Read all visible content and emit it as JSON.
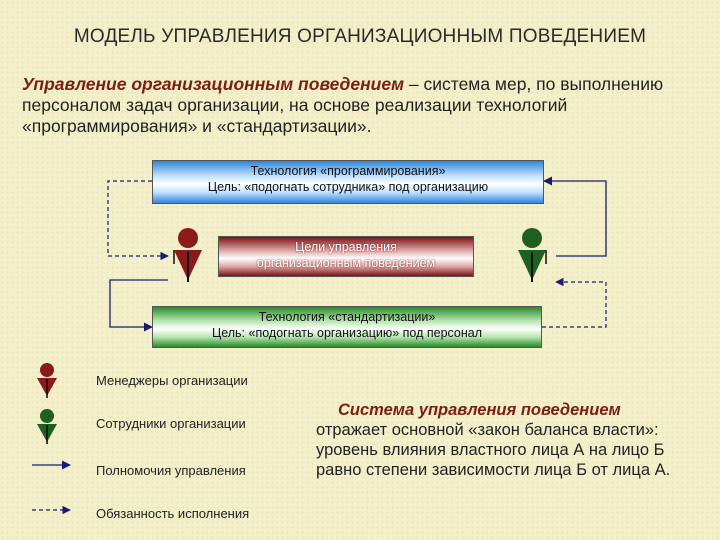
{
  "title": "МОДЕЛЬ УПРАВЛЕНИЯ ОРГАНИЗАЦИОННЫМ ПОВЕДЕНИЕМ",
  "intro": {
    "term": "Управление организационным поведением",
    "text": " – система мер, по выполнению персоналом задач организации, на основе  реализации технологий «программирования» и «стандартизации»."
  },
  "boxes": {
    "programming": {
      "line1": "Технология «программирования»",
      "line2": "Цель: «подогнать сотрудника» под организацию"
    },
    "goals": {
      "line1": "Цели управления",
      "line2": "организационным поведением"
    },
    "standardization": {
      "line1": "Технология «стандартизации»",
      "line2": "Цель: «подогнать организацию» под персонал"
    }
  },
  "legend": {
    "managers": "Менеджеры организации",
    "employees": "Сотрудники организации",
    "authority": "Полномочия управления",
    "duty": "Обязанность исполнения"
  },
  "system": {
    "term": "Система управления поведением",
    "text": "отражает основной «закон баланса власти»: уровень влияния властного лица А на лицо Б равно степени зависимости лица Б от лица А."
  },
  "colors": {
    "manager": "#8b1a1a",
    "employee": "#1f5f1f",
    "arrow": "#1a1a6e",
    "term": "#7b2010"
  }
}
